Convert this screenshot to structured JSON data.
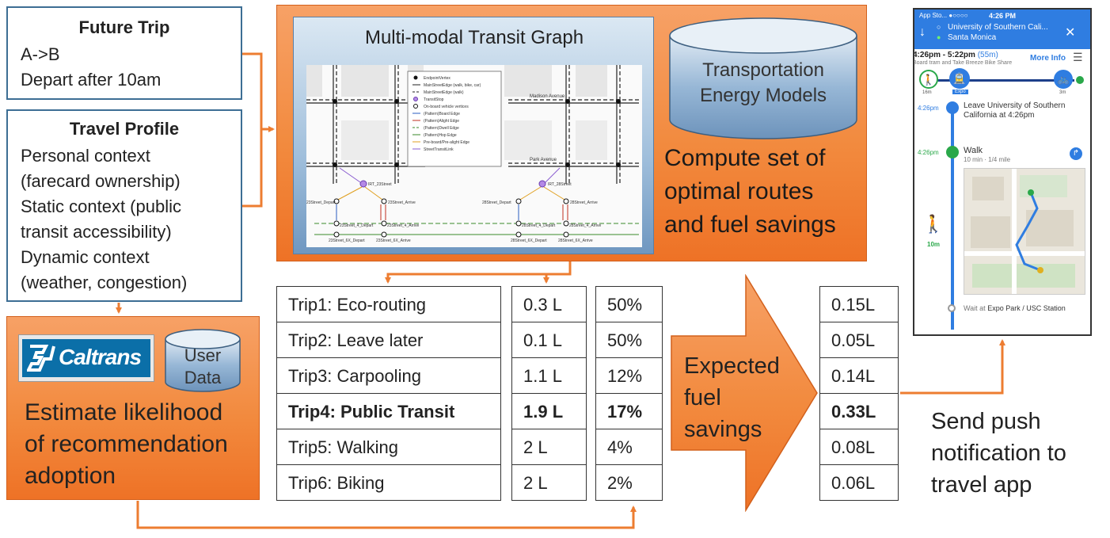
{
  "future_trip": {
    "title": "Future Trip",
    "lines": [
      "A->B",
      "Depart after 10am"
    ]
  },
  "travel_profile": {
    "title": "Travel Profile",
    "lines": [
      "Personal context",
      "(farecard ownership)",
      "Static context (public",
      "transit accessibility)",
      "Dynamic context",
      "(weather, congestion)"
    ]
  },
  "graph": {
    "title": "Multi-modal Transit Graph",
    "street_labels": [
      "Madison Avenue",
      "Park Avenue"
    ],
    "stop_labels": [
      "IRT_23Street",
      "IRT_28Street",
      "23Street_Depart",
      "23Street_Arrive",
      "28Street_Depart",
      "28Street_Arrive",
      "23Street_4_Depart",
      "23Street_4_Arrive",
      "28Street_4_Depart",
      "28Street_4_Arrive",
      "23Street_6X_Depart",
      "23Street_6X_Arrive",
      "28Street_6X_Depart",
      "28Street_6X_Arrive"
    ],
    "legend": [
      "EndpointVertex",
      "MainStreetEdge (walk, bike, car)",
      "MainStreetEdge (walk)",
      "TransitStop",
      "On-board vehicle vertices",
      "(Pattern)Board Edge",
      "(Pattern)Alight Edge",
      "(Pattern)Dwell Edge",
      "(Pattern)Hop Edge",
      "Pre-board/Pre-alight Edge",
      "StreetTransitLink"
    ]
  },
  "energy_models": {
    "label_line1": "Transportation",
    "label_line2": "Energy Models"
  },
  "compute": {
    "lines": [
      "Compute set of",
      "optimal routes",
      "and fuel savings"
    ]
  },
  "caltrans": {
    "logo_text": "Caltrans"
  },
  "user_data": {
    "line1": "User",
    "line2": "Data"
  },
  "estimate": {
    "lines": [
      "Estimate likelihood",
      "of recommendation",
      "adoption"
    ]
  },
  "trips": [
    {
      "name": "Trip1: Eco-routing",
      "fuel": "0.3 L",
      "pct": "50%",
      "expected": "0.15L",
      "bold": false
    },
    {
      "name": "Trip2: Leave later",
      "fuel": "0.1 L",
      "pct": "50%",
      "expected": "0.05L",
      "bold": false
    },
    {
      "name": "Trip3: Carpooling",
      "fuel": "1.1 L",
      "pct": "12%",
      "expected": "0.14L",
      "bold": false
    },
    {
      "name": "Trip4: Public Transit",
      "fuel": "1.9 L",
      "pct": "17%",
      "expected": "0.33L",
      "bold": true
    },
    {
      "name": "Trip5: Walking",
      "fuel": "2 L",
      "pct": "4%",
      "expected": "0.08L",
      "bold": false
    },
    {
      "name": "Trip6: Biking",
      "fuel": "2 L",
      "pct": "2%",
      "expected": "0.06L",
      "bold": false
    }
  ],
  "expected_arrow": {
    "lines": [
      "Expected",
      "fuel",
      "savings"
    ]
  },
  "push": {
    "lines": [
      "Send push",
      "notification to",
      "travel app"
    ]
  },
  "phone": {
    "status_left": "App Sto... ●○○○○",
    "status_time": "4:26 PM",
    "from": "University of Southern Cali...",
    "to": "Santa Monica",
    "time_range": "4:26pm - 5:22pm",
    "duration": "(55m)",
    "subtitle": "Board tram and Take Breeze Bike Share",
    "more_info": "More Info",
    "seg_walk": "16m",
    "seg_expo": "Expo",
    "seg_bike": "3m",
    "step1_time": "4:26pm",
    "step1_text": "Leave University of Southern California at 4:26pm",
    "step2_time": "4:26pm",
    "step2_title": "Walk",
    "step2_sub": "10 min · 1/4 mile",
    "walk_minutes": "10m",
    "step3_prefix": "Wait at ",
    "step3_station": "Expo Park / USC Station"
  }
}
